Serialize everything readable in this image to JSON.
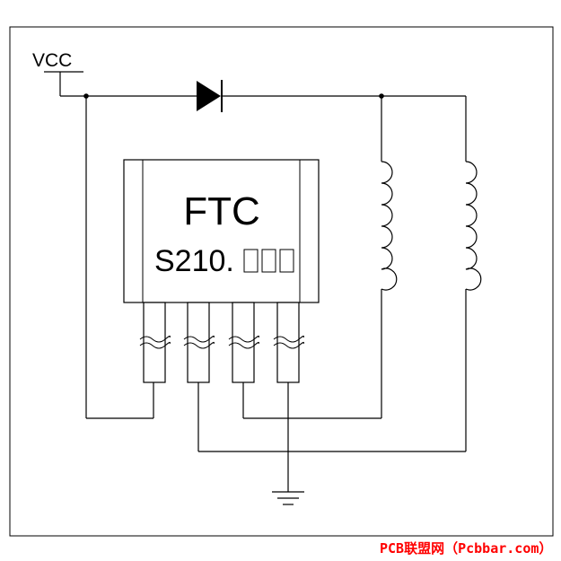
{
  "diagram": {
    "supply_label": "VCC",
    "chip": {
      "brand": "FTC",
      "part_number": "S210.",
      "marking_boxes": 3,
      "pin_count": 4
    },
    "components": {
      "diode": "diode-icon",
      "coil_left": "inductor-icon",
      "coil_right": "inductor-icon",
      "ground": "ground-icon"
    },
    "colors": {
      "line": "#000000",
      "watermark": "#ff0000"
    }
  },
  "watermark": {
    "text": "PCB联盟网（Pcbbar.com）"
  }
}
